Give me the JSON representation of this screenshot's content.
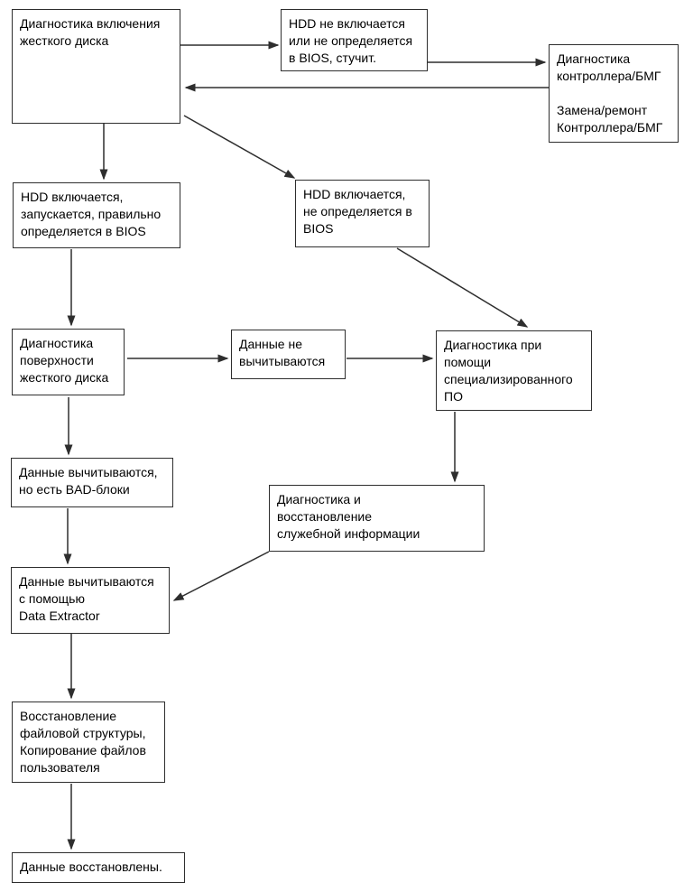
{
  "diagram": {
    "language": "ru",
    "subject": "HDD data recovery diagnostic flowchart",
    "colors": {
      "background": "#ffffff",
      "box_border": "#2e2e2e",
      "text": "#000000",
      "arrow": "#2e2e2e"
    },
    "nodes": [
      {
        "id": "power-on-diagnostics",
        "label": "Диагностика включения\nжесткого диска"
      },
      {
        "id": "hdd-not-starting",
        "label": "HDD не включается\nили не определяется\nв BIOS, стучит."
      },
      {
        "id": "controller-diagnostics",
        "label": "Диагностика\nконтроллера/БМГ\n\nЗамена/ремонт\nКонтроллера/БМГ"
      },
      {
        "id": "hdd-starts-ok",
        "label": "HDD включается,\nзапускается, правильно\nопределяется в BIOS"
      },
      {
        "id": "hdd-not-in-bios",
        "label": "HDD включается,\nне определяется в\nBIOS"
      },
      {
        "id": "surface-diagnostics",
        "label": "Диагностика\nповерхности\nжесткого диска"
      },
      {
        "id": "data-not-read",
        "label": "Данные не\nвычитываются"
      },
      {
        "id": "software-diagnostics",
        "label": "Диагностика при\nпомощи\nспециализированного\nПО"
      },
      {
        "id": "data-read-bad-blocks",
        "label": "Данные вычитываются,\nно есть BAD-блоки"
      },
      {
        "id": "service-info-recovery",
        "label": "Диагностика и\nвосстановление\nслужебной информации"
      },
      {
        "id": "data-extractor-read",
        "label": "Данные вычитываются\nс помощью\nData Extractor"
      },
      {
        "id": "file-structure-recovery",
        "label": "Восстановление\nфайловой структуры,\nКопирование файлов\nпользователя"
      },
      {
        "id": "data-recovered",
        "label": "Данные восстановлены."
      }
    ],
    "edges": [
      {
        "from": "power-on-diagnostics",
        "to": "hdd-not-starting"
      },
      {
        "from": "hdd-not-starting",
        "to": "controller-diagnostics"
      },
      {
        "from": "controller-diagnostics",
        "to": "power-on-diagnostics"
      },
      {
        "from": "power-on-diagnostics",
        "to": "hdd-starts-ok"
      },
      {
        "from": "power-on-diagnostics",
        "to": "hdd-not-in-bios"
      },
      {
        "from": "hdd-starts-ok",
        "to": "surface-diagnostics"
      },
      {
        "from": "surface-diagnostics",
        "to": "data-not-read"
      },
      {
        "from": "data-not-read",
        "to": "software-diagnostics"
      },
      {
        "from": "hdd-not-in-bios",
        "to": "software-diagnostics"
      },
      {
        "from": "software-diagnostics",
        "to": "service-info-recovery"
      },
      {
        "from": "service-info-recovery",
        "to": "data-extractor-read"
      },
      {
        "from": "surface-diagnostics",
        "to": "data-read-bad-blocks"
      },
      {
        "from": "data-read-bad-blocks",
        "to": "data-extractor-read"
      },
      {
        "from": "data-extractor-read",
        "to": "file-structure-recovery"
      },
      {
        "from": "file-structure-recovery",
        "to": "data-recovered"
      }
    ]
  }
}
